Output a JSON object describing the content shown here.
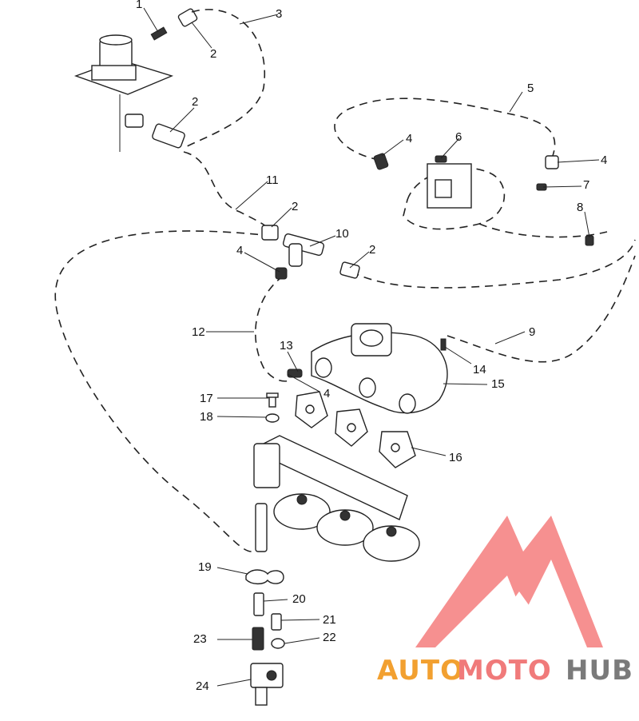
{
  "callouts": [
    {
      "id": "c1",
      "text": "1"
    },
    {
      "id": "c2a",
      "text": "2"
    },
    {
      "id": "c3",
      "text": "3"
    },
    {
      "id": "c2b",
      "text": "2"
    },
    {
      "id": "c5",
      "text": "5"
    },
    {
      "id": "c4a",
      "text": "4"
    },
    {
      "id": "c6",
      "text": "6"
    },
    {
      "id": "c4b",
      "text": "4"
    },
    {
      "id": "c7",
      "text": "7"
    },
    {
      "id": "c8",
      "text": "8"
    },
    {
      "id": "c11",
      "text": "11"
    },
    {
      "id": "c2c",
      "text": "2"
    },
    {
      "id": "c10",
      "text": "10"
    },
    {
      "id": "c4c",
      "text": "4"
    },
    {
      "id": "c2d",
      "text": "2"
    },
    {
      "id": "c12",
      "text": "12"
    },
    {
      "id": "c9",
      "text": "9"
    },
    {
      "id": "c13",
      "text": "13"
    },
    {
      "id": "c14",
      "text": "14"
    },
    {
      "id": "c15",
      "text": "15"
    },
    {
      "id": "c4d",
      "text": "4"
    },
    {
      "id": "c17",
      "text": "17"
    },
    {
      "id": "c18",
      "text": "18"
    },
    {
      "id": "c16",
      "text": "16"
    },
    {
      "id": "c19",
      "text": "19"
    },
    {
      "id": "c20",
      "text": "20"
    },
    {
      "id": "c21",
      "text": "21"
    },
    {
      "id": "c23",
      "text": "23"
    },
    {
      "id": "c22",
      "text": "22"
    },
    {
      "id": "c24",
      "text": "24"
    }
  ],
  "watermark": {
    "part1": "AUTO",
    "part2": "MOTO",
    "part3": "HUB",
    "colors": {
      "primary": "#f2a030",
      "secondary": "#f07a7a",
      "tertiary": "#7a7a7a",
      "logo": "#f36b6b"
    }
  }
}
